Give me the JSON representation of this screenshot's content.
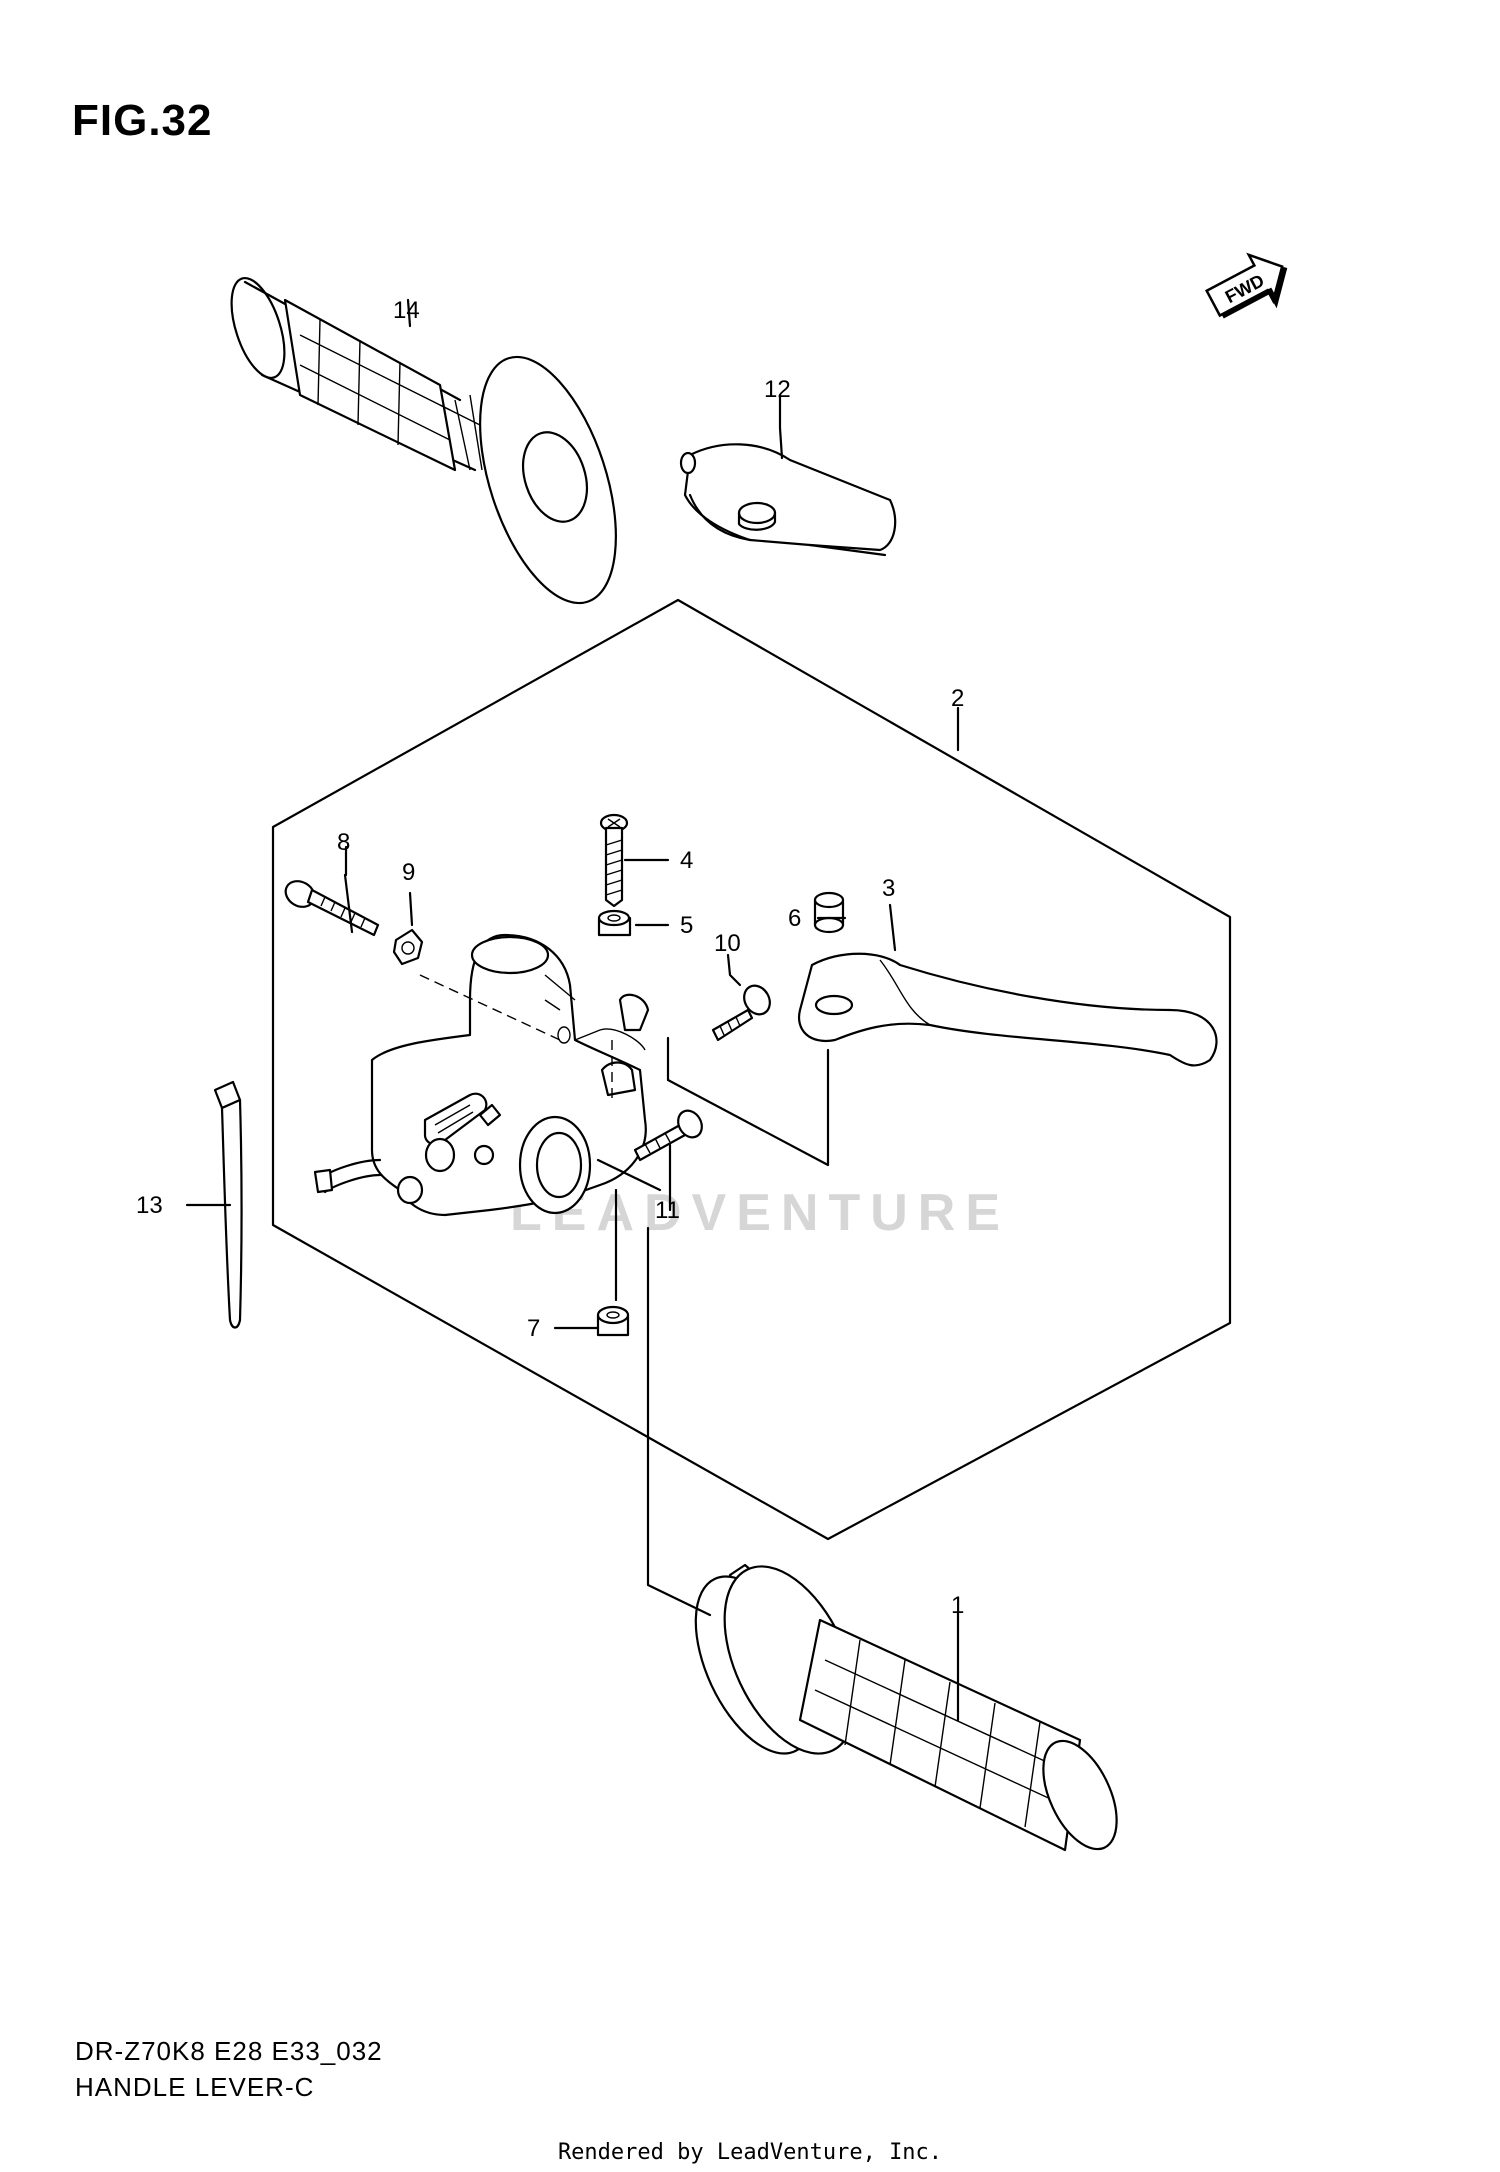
{
  "figure": {
    "title": "FIG.32",
    "fwd_label": "FWD",
    "model_code": "DR-Z70K8 E28 E33_032",
    "caption": "HANDLE LEVER-C",
    "rendered_by": "Rendered by LeadVenture, Inc.",
    "watermark": "LEADVENTURE"
  },
  "callouts": {
    "c1": "1",
    "c2": "2",
    "c3": "3",
    "c4": "4",
    "c5": "5",
    "c6": "6",
    "c7": "7",
    "c8": "8",
    "c9": "9",
    "c10": "10",
    "c11": "11",
    "c12": "12",
    "c13": "13",
    "c14": "14"
  }
}
